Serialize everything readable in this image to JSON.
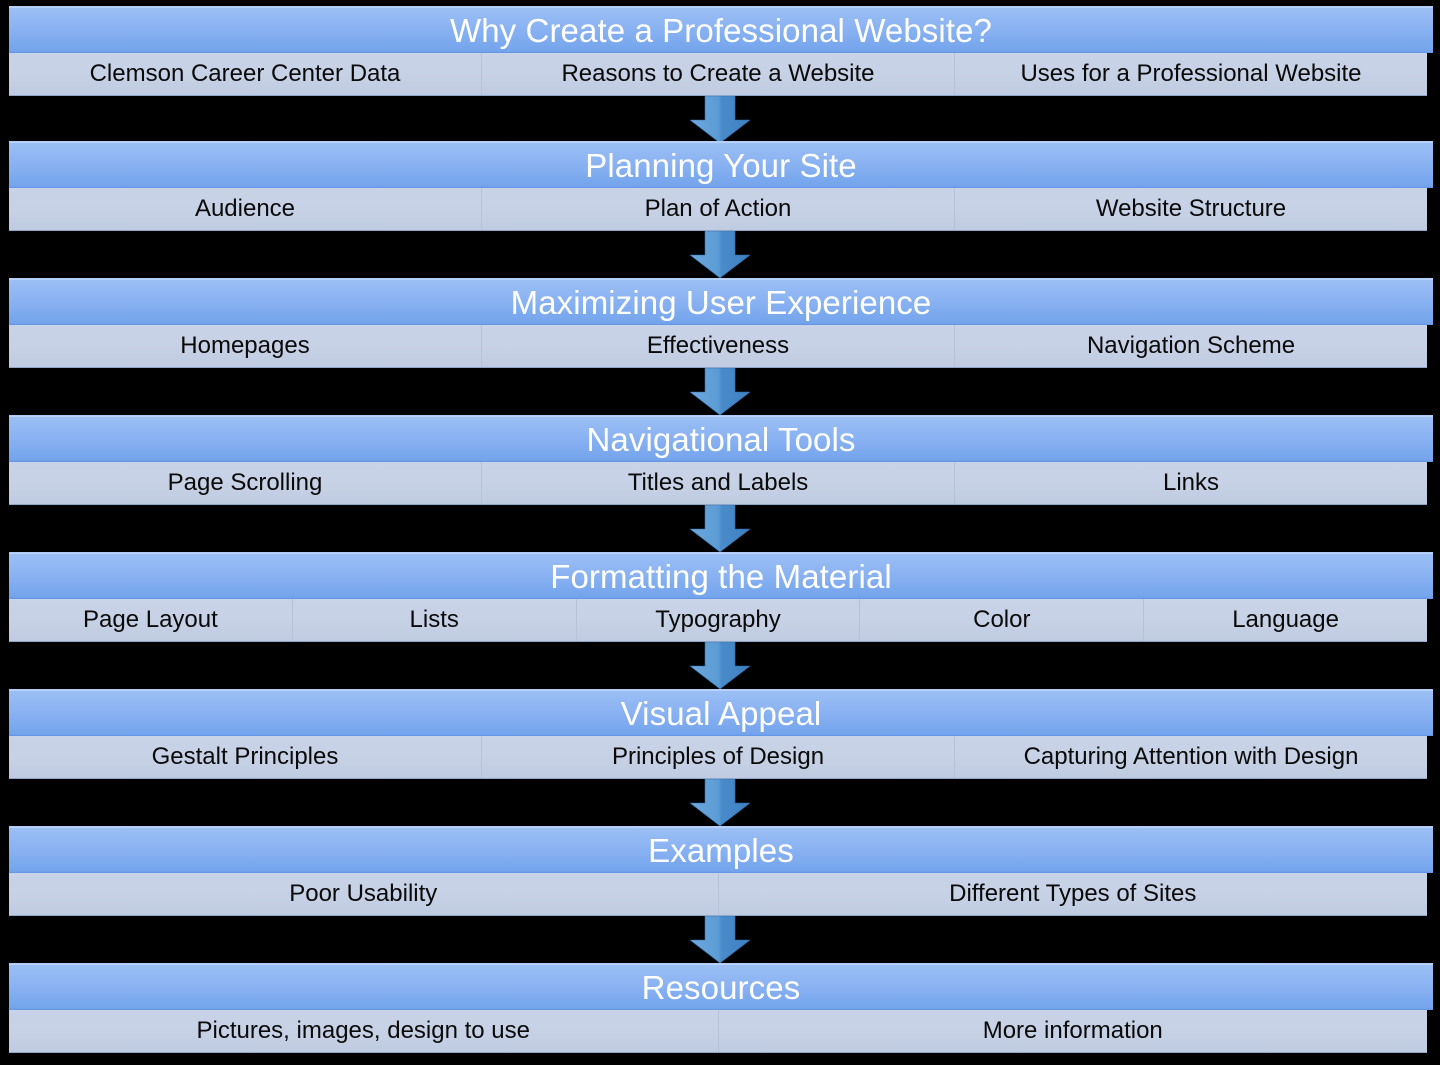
{
  "diagram": {
    "kind": "vertical-flowchart",
    "title": "Why Create a Professional Website?",
    "colors": {
      "background": "#000000",
      "header_blue_top": "#9CC0F5",
      "header_blue_bottom": "#5E93E4",
      "subbar_fill": "#C6D1E5",
      "arrow_fill": "#5B9BD5",
      "header_text": "#FFFFFF",
      "sub_text": "#0A0A0A"
    },
    "arrow_icon": "down-arrow-icon",
    "sections": [
      {
        "title": "Why Create a Professional Website?",
        "items": [
          "Clemson Career Center Data",
          "Reasons to Create a Website",
          "Uses for a Professional Website"
        ]
      },
      {
        "title": "Planning Your Site",
        "items": [
          "Audience",
          "Plan of Action",
          "Website Structure"
        ]
      },
      {
        "title": "Maximizing User Experience",
        "items": [
          "Homepages",
          "Effectiveness",
          "Navigation Scheme"
        ]
      },
      {
        "title": "Navigational Tools",
        "items": [
          "Page Scrolling",
          "Titles and Labels",
          "Links"
        ]
      },
      {
        "title": "Formatting the Material",
        "items": [
          "Page Layout",
          "Lists",
          "Typography",
          "Color",
          "Language"
        ]
      },
      {
        "title": "Visual Appeal",
        "items": [
          "Gestalt Principles",
          "Principles of Design",
          "Capturing Attention with Design"
        ]
      },
      {
        "title": "Examples",
        "items": [
          "Poor Usability",
          "Different Types of Sites"
        ]
      },
      {
        "title": "Resources",
        "items": [
          "Pictures, images, design to use",
          "More information"
        ]
      }
    ]
  }
}
